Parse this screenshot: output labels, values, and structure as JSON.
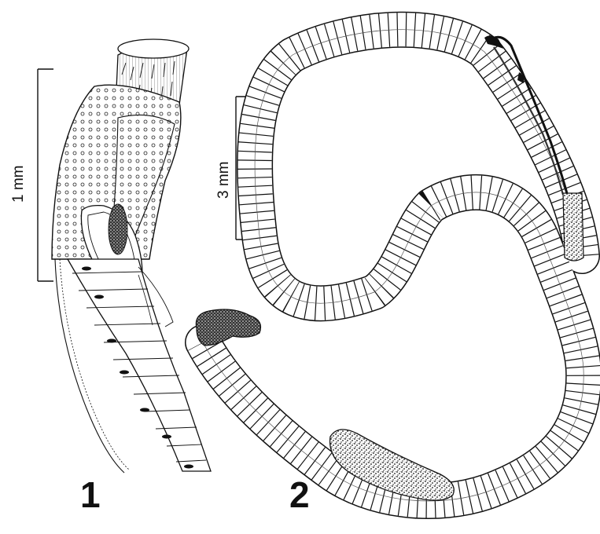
{
  "figure1": {
    "number": "1",
    "scale_bar_label": "1 mm"
  },
  "figure2": {
    "number": "2",
    "scale_bar_label": "3 mm"
  }
}
